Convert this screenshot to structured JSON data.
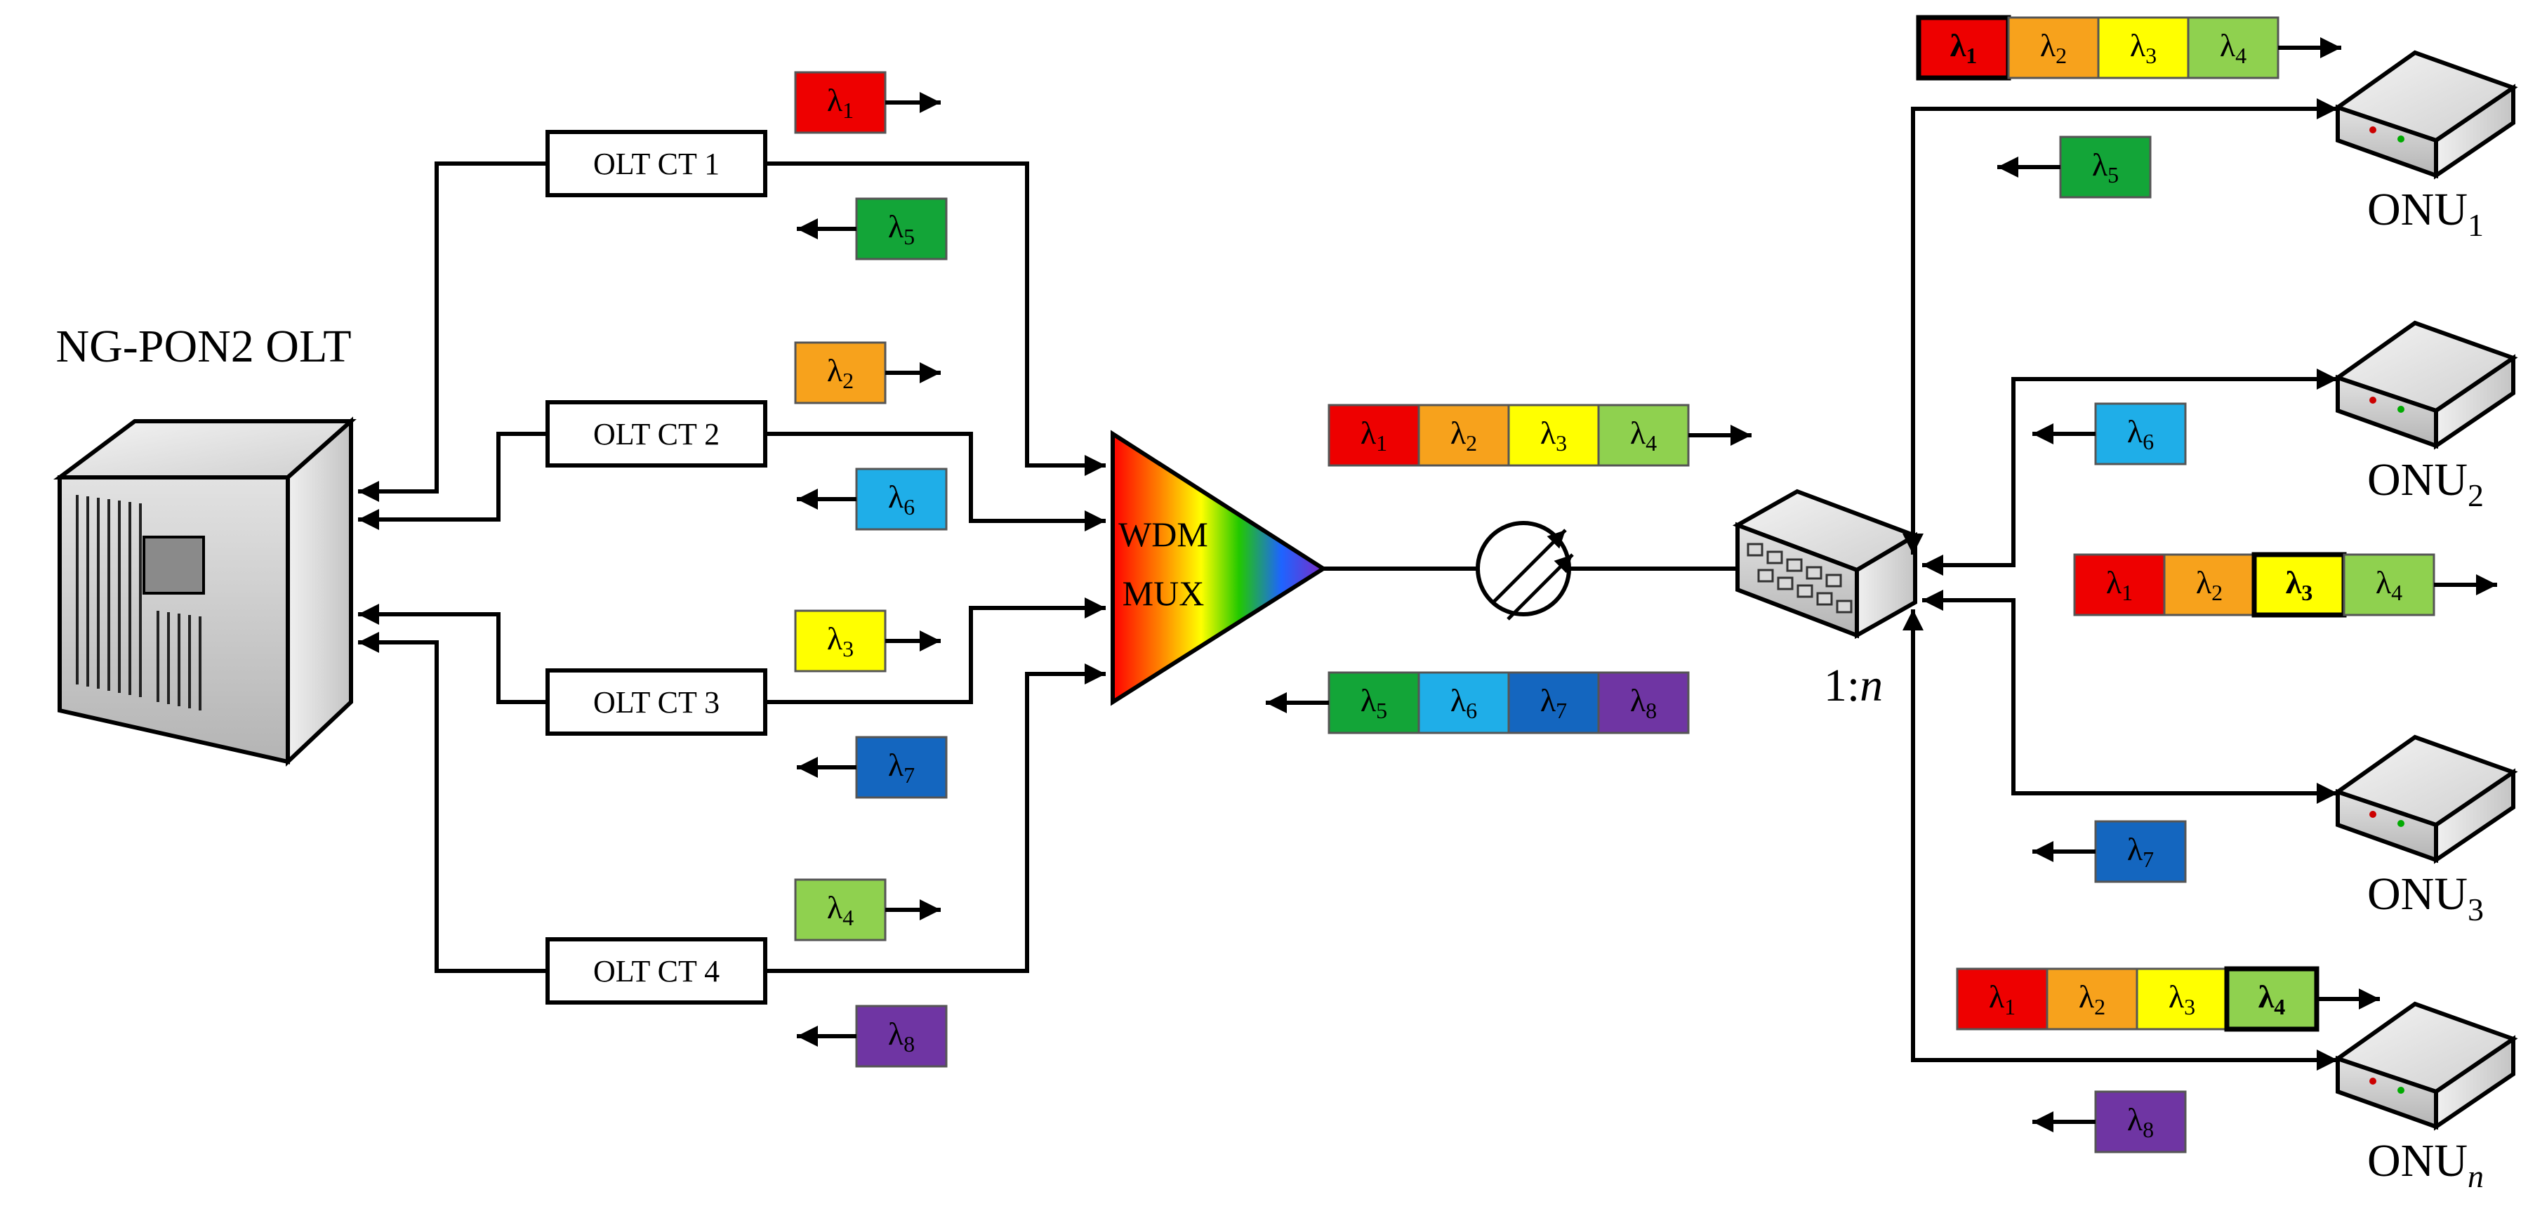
{
  "olt": {
    "title": "NG-PON2 OLT"
  },
  "channel_terminations": [
    {
      "label": "OLT CT 1",
      "down": {
        "sym": "λ",
        "sub": "1",
        "color": "#ee0000"
      },
      "up": {
        "sym": "λ",
        "sub": "5",
        "color": "#13a538"
      }
    },
    {
      "label": "OLT CT 2",
      "down": {
        "sym": "λ",
        "sub": "2",
        "color": "#f7a21c"
      },
      "up": {
        "sym": "λ",
        "sub": "6",
        "color": "#1faee8"
      }
    },
    {
      "label": "OLT CT 3",
      "down": {
        "sym": "λ",
        "sub": "3",
        "color": "#ffff00"
      },
      "up": {
        "sym": "λ",
        "sub": "7",
        "color": "#1466bf"
      }
    },
    {
      "label": "OLT CT 4",
      "down": {
        "sym": "λ",
        "sub": "4",
        "color": "#8fd14f"
      },
      "up": {
        "sym": "λ",
        "sub": "8",
        "color": "#6f35a3"
      }
    }
  ],
  "mux": {
    "line1": "WDM",
    "line2": "MUX"
  },
  "feeder": {
    "downstream": [
      {
        "sym": "λ",
        "sub": "1",
        "color": "#ee0000"
      },
      {
        "sym": "λ",
        "sub": "2",
        "color": "#f7a21c"
      },
      {
        "sym": "λ",
        "sub": "3",
        "color": "#ffff00"
      },
      {
        "sym": "λ",
        "sub": "4",
        "color": "#8fd14f"
      }
    ],
    "upstream": [
      {
        "sym": "λ",
        "sub": "5",
        "color": "#13a538"
      },
      {
        "sym": "λ",
        "sub": "6",
        "color": "#1faee8"
      },
      {
        "sym": "λ",
        "sub": "7",
        "color": "#1466bf"
      },
      {
        "sym": "λ",
        "sub": "8",
        "color": "#6f35a3"
      }
    ]
  },
  "splitter": {
    "ratio_prefix": "1:",
    "ratio_n": "n"
  },
  "onus": [
    {
      "name": "ONU",
      "sub": "1",
      "up": {
        "sym": "λ",
        "sub": "5",
        "color": "#13a538"
      },
      "down_selected": 0
    },
    {
      "name": "ONU",
      "sub": "2",
      "up": {
        "sym": "λ",
        "sub": "6",
        "color": "#1faee8"
      },
      "down_selected": 2
    },
    {
      "name": "ONU",
      "sub": "3",
      "up": {
        "sym": "λ",
        "sub": "7",
        "color": "#1466bf"
      }
    },
    {
      "name": "ONU",
      "sub": "n",
      "up": {
        "sym": "λ",
        "sub": "8",
        "color": "#6f35a3"
      },
      "down_selected": 3
    }
  ],
  "onu_downstream": [
    {
      "sym": "λ",
      "sub": "1",
      "color": "#ee0000"
    },
    {
      "sym": "λ",
      "sub": "2",
      "color": "#f7a21c"
    },
    {
      "sym": "λ",
      "sub": "3",
      "color": "#ffff00"
    },
    {
      "sym": "λ",
      "sub": "4",
      "color": "#8fd14f"
    }
  ]
}
